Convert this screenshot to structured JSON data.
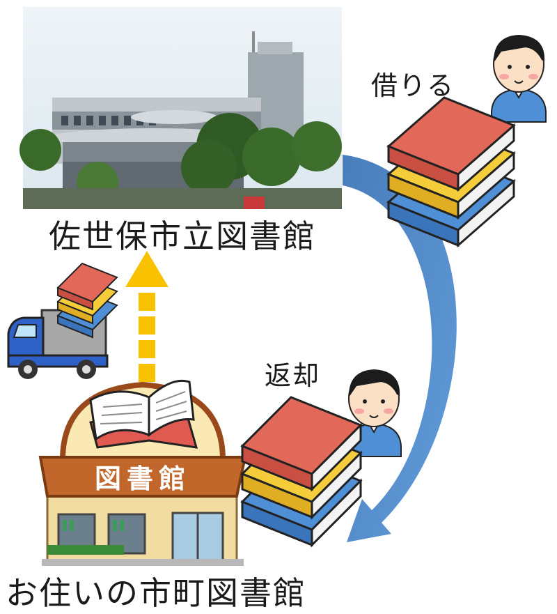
{
  "labels": {
    "main_library": "佐世保市立図書館",
    "home_library": "お住いの市町図書館",
    "borrow": "借りる",
    "return": "返却",
    "building_sign": "図書館"
  },
  "colors": {
    "flow_arrow": "#4a86c8",
    "delivery_arrow": "#f9c200",
    "book_red": "#e2695a",
    "book_yellow": "#f5cc3a",
    "book_blue": "#4f8fd6",
    "sign_brown": "#c2672c",
    "truck_blue": "#2f62c8"
  },
  "icons": [
    "library-photo",
    "person-icon",
    "book-stack-icon",
    "truck-icon",
    "open-book-icon",
    "library-building-icon"
  ]
}
